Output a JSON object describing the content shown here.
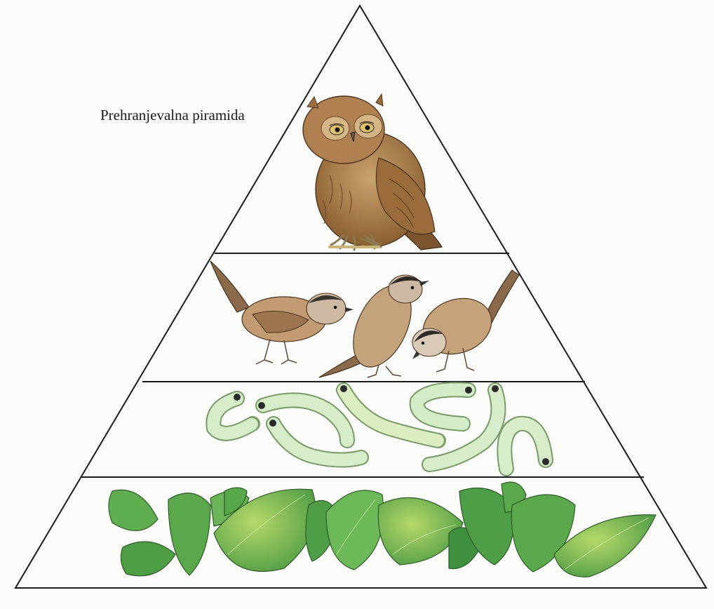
{
  "diagram": {
    "title": "Prehranjevalna piramida",
    "levels": [
      {
        "name": "owl",
        "count": 1
      },
      {
        "name": "songbirds",
        "count": 3
      },
      {
        "name": "caterpillars",
        "count": 7
      },
      {
        "name": "leaves",
        "count": 14
      }
    ]
  },
  "colors": {
    "paper": "#fbfbf9",
    "outline": "#1c1c1c",
    "owl_brown": "#a87a45",
    "bird_brown": "#b99169",
    "bird_cap": "#3a3431",
    "caterpillar": "#d7ecc9",
    "leaf_green": "#5aa84b",
    "leaf_light": "#a9cf5d"
  }
}
